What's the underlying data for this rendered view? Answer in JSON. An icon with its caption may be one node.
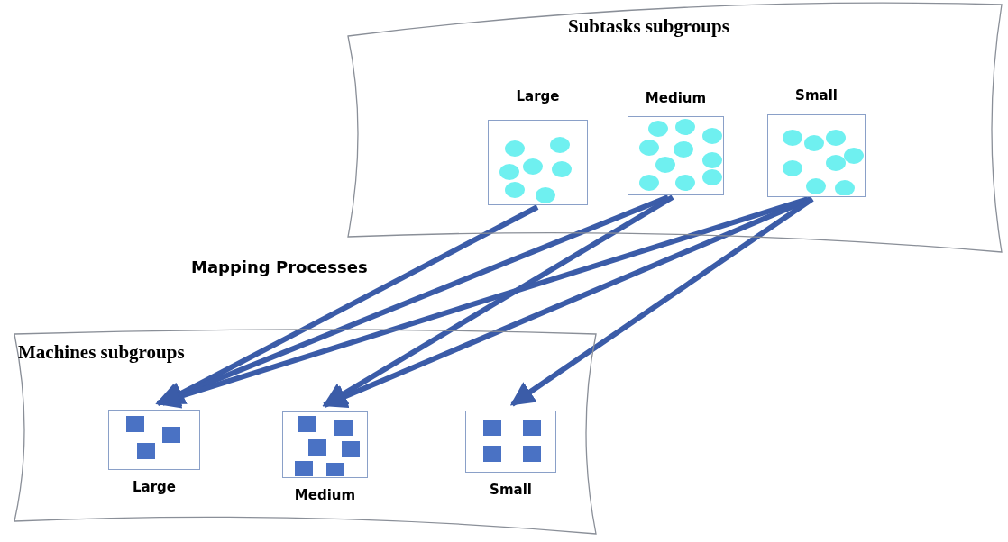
{
  "diagram": {
    "nodes": [
      {
        "text": [
          "Subtasks subgroups"
        ]
      },
      {
        "text": [
          "Large"
        ],
        "in": 0
      },
      {
        "text": [
          "Medium"
        ],
        "in": 0
      },
      {
        "text": [
          "Small"
        ],
        "in": 0
      },
      {
        "text": [
          "Machines subgroups"
        ]
      },
      {
        "text": [
          "Large"
        ],
        "in": 4
      },
      {
        "text": [
          "Medium"
        ],
        "in": 4
      },
      {
        "text": [
          "Small"
        ],
        "in": 4
      }
    ],
    "edges": [
      {
        "from": 1,
        "to": 5,
        "arrow": "to"
      },
      {
        "from": 2,
        "to": 5,
        "arrow": "to"
      },
      {
        "from": 2,
        "to": 6,
        "arrow": "to"
      },
      {
        "from": 3,
        "to": 5,
        "arrow": "to"
      },
      {
        "from": 3,
        "to": 6,
        "arrow": "to"
      },
      {
        "from": 3,
        "to": 7,
        "arrow": "to"
      }
    ],
    "labels": [
      "Mapping Processes"
    ]
  }
}
